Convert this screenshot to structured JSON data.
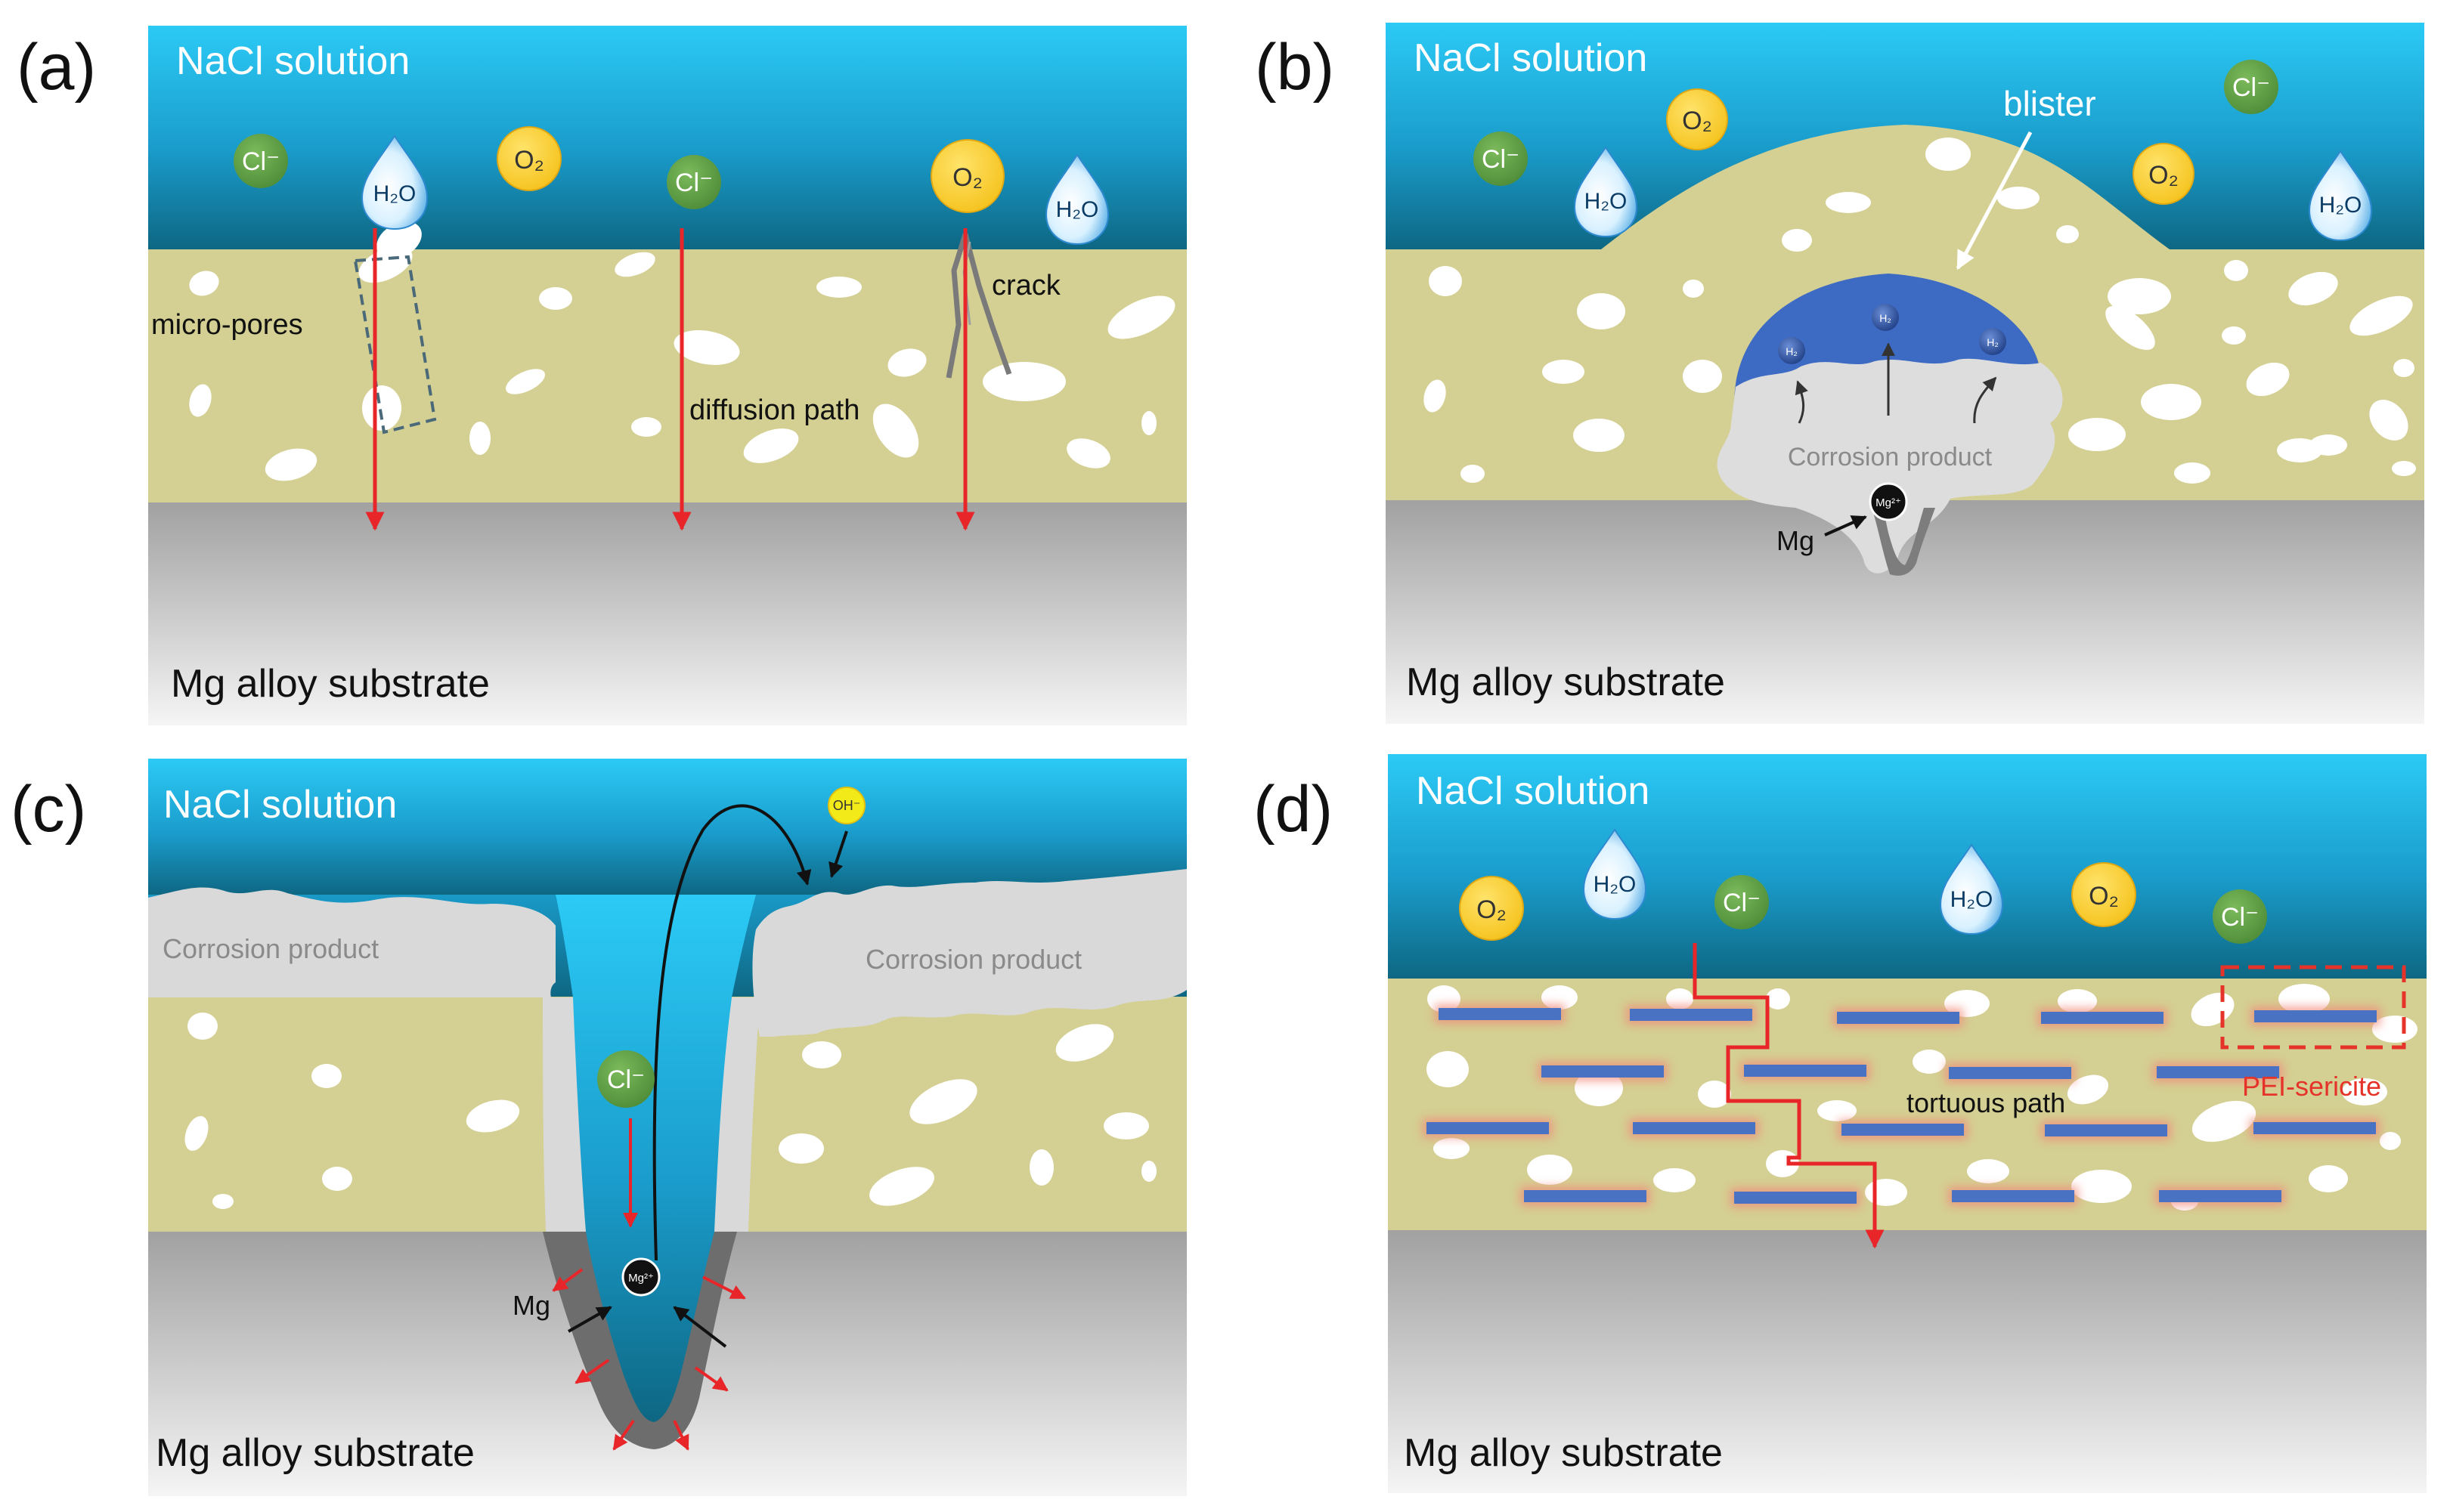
{
  "panels": {
    "a": {
      "letter": "(a)",
      "solution": "NaCl solution",
      "substrate": "Mg alloy substrate",
      "species": [
        "Cl⁻",
        "H₂O",
        "O₂",
        "Cl⁻",
        "O₂",
        "H₂O"
      ],
      "labels": {
        "micropores": "micro-pores",
        "diffusion": "diffusion path",
        "crack": "crack"
      }
    },
    "b": {
      "letter": "(b)",
      "solution": "NaCl solution",
      "substrate": "Mg alloy substrate",
      "species": [
        "Cl⁻",
        "H₂O",
        "O₂",
        "O₂",
        "Cl⁻",
        "H₂O"
      ],
      "labels": {
        "blister": "blister",
        "corrosion_product": "Corrosion product",
        "mg": "Mg",
        "mg_ion": "Mg²⁺",
        "h2": "H₂"
      }
    },
    "c": {
      "letter": "(c)",
      "solution": "NaCl solution",
      "substrate": "Mg alloy substrate",
      "species": [
        "Cl⁻",
        "OH⁻"
      ],
      "labels": {
        "corrosion_left": "Corrosion product",
        "corrosion_right": "Corrosion product",
        "mg": "Mg",
        "mg_ion": "Mg²⁺"
      }
    },
    "d": {
      "letter": "(d)",
      "solution": "NaCl solution",
      "substrate": "Mg alloy substrate",
      "species": [
        "O₂",
        "H₂O",
        "Cl⁻",
        "H₂O",
        "O₂",
        "Cl⁻"
      ],
      "labels": {
        "tortuous": "tortuous path",
        "pei": "PEI-sericite"
      }
    }
  },
  "colors": {
    "solution_top": "#29c6f4",
    "solution_bottom": "#0f6c8c",
    "coating": "#d4cf92",
    "substrate_top": "#a3a3a3",
    "substrate_bottom": "#f3f3f3",
    "arrow_red": "#e8262a",
    "species_green": "#5d9e45",
    "species_yellow": "#fbd33b",
    "blister_blue": "#3d6bc4",
    "sericite_blue": "#4a72c3",
    "pei_red": "#e5332a",
    "corrosion_gray": "#d9d9d9"
  }
}
